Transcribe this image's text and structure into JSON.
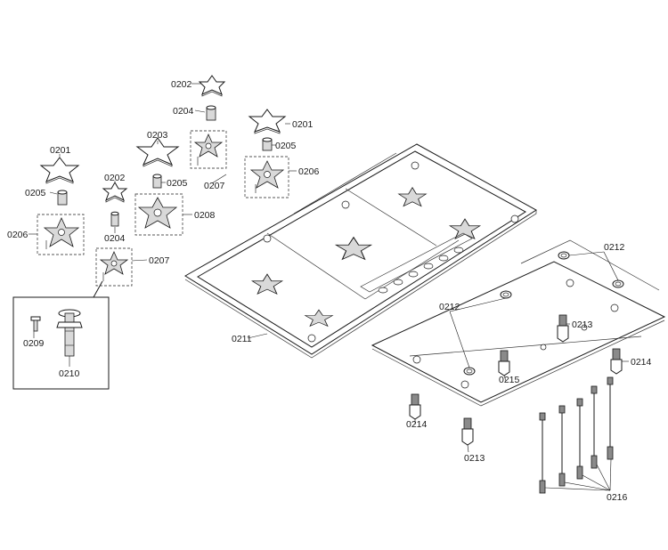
{
  "labels": {
    "p0202a": "0202",
    "p0204a": "0204",
    "p0201a": "0201",
    "p0203": "0203",
    "p0205a": "0205",
    "p0207a": "0207",
    "p0206a": "0206",
    "p0201b": "0201",
    "p0202b": "0202",
    "p0205b": "0205",
    "p0205c": "0205",
    "p0208": "0208",
    "p0206b": "0206",
    "p0204b": "0204",
    "p0207b": "0207",
    "p0209": "0209",
    "p0210": "0210",
    "p0211": "0211",
    "p0212a": "0212",
    "p0212b": "0212",
    "p0213a": "0213",
    "p0213b": "0213",
    "p0214a": "0214",
    "p0214b": "0214",
    "p0215": "0215",
    "p0216": "0216"
  }
}
